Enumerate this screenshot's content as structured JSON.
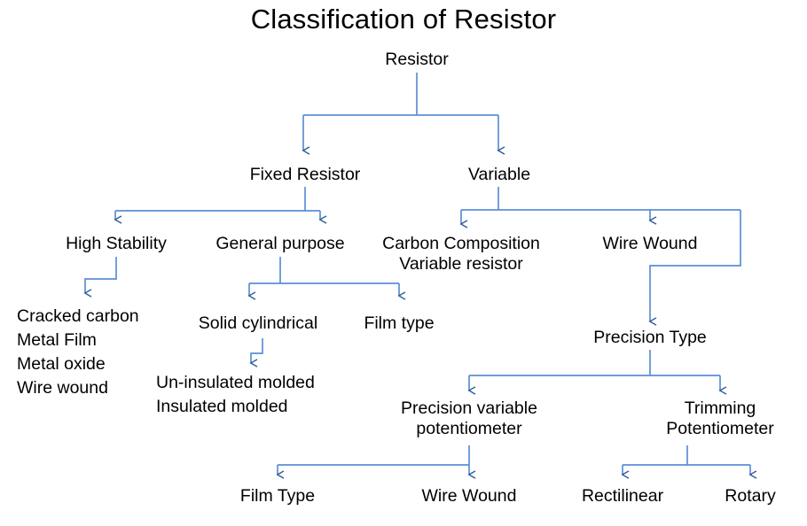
{
  "diagram": {
    "title": "Classification of Resistor",
    "background_color": "#ffffff",
    "text_color": "#000000",
    "connector_color": "#5b8fd4",
    "arrow_color": "#2e5c9a",
    "nodes": {
      "root": "Resistor",
      "fixed_resistor": "Fixed Resistor",
      "variable": "Variable",
      "high_stability": "High Stability",
      "general_purpose": "General purpose",
      "carbon_composition": "Carbon Composition\nVariable resistor",
      "wire_wound_top": "Wire Wound",
      "high_stability_leaves": "Cracked carbon\nMetal Film\nMetal oxide\nWire wound",
      "solid_cylindrical": "Solid cylindrical",
      "film_type_mid": "Film type",
      "solid_cylindrical_leaves": "Un-insulated molded\nInsulated molded",
      "precision_type": "Precision Type",
      "precision_variable_pot": "Precision variable\npotentiometer",
      "trimming_pot": "Trimming\nPotentiometer",
      "film_type_bottom": "Film Type",
      "wire_wound_bottom": "Wire Wound",
      "rectilinear": "Rectilinear",
      "rotary": "Rotary"
    }
  }
}
